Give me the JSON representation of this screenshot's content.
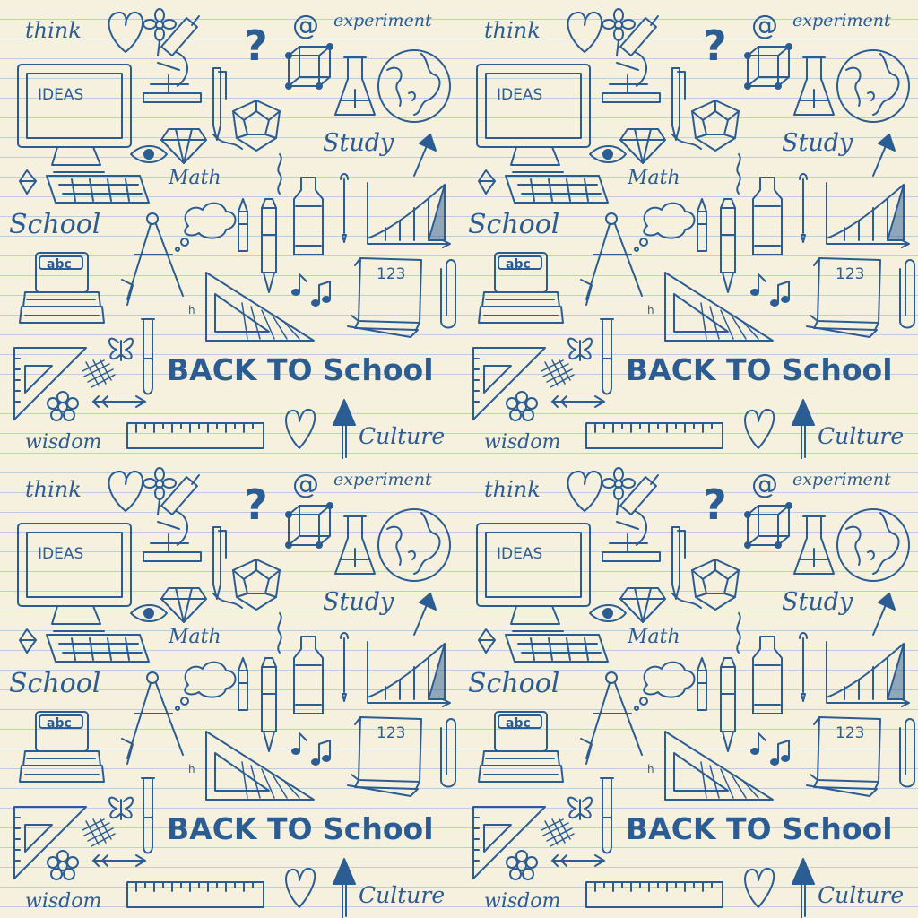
{
  "colors": {
    "paper": "#f6f1df",
    "rule_line": "#b9cfe0",
    "ink": "#2c5d92"
  },
  "tiles": [
    {
      "id": "top-left"
    },
    {
      "id": "top-right"
    },
    {
      "id": "bottom-left"
    },
    {
      "id": "bottom-right"
    }
  ],
  "words": {
    "think": "think",
    "experiment": "experiment",
    "study": "Study",
    "math": "Math",
    "school": "School",
    "back_to_school": "BACK TO School",
    "culture": "Culture",
    "wisdom": "wisdom"
  },
  "labels": {
    "ideas": "IDEAS",
    "abc": "abc",
    "num": "123",
    "at": "@",
    "question": "?",
    "h": "h"
  },
  "icons": [
    "heart-icon",
    "flower-icon",
    "microscope-icon",
    "question-mark-icon",
    "at-sign-icon",
    "cube-icon",
    "flask-icon",
    "globe-icon",
    "computer-monitor-icon",
    "keyboard-icon",
    "eye-icon",
    "diamond-icon",
    "pen-icon",
    "dodecahedron-icon",
    "arrow-up-icon",
    "crystal-icon",
    "brush-icon",
    "bottle-icon",
    "crayon-icon",
    "marker-icon",
    "bar-graph-icon",
    "speech-cloud-icon",
    "books-icon",
    "compass-icon",
    "triangle-ruler-icon",
    "music-note-icon",
    "notebook-icon",
    "paperclip-icon",
    "butterfly-icon",
    "test-tube-icon",
    "set-square-icon",
    "crosshatch-icon",
    "arrow-right-icon",
    "ruler-icon",
    "sparkle-flower-icon"
  ]
}
